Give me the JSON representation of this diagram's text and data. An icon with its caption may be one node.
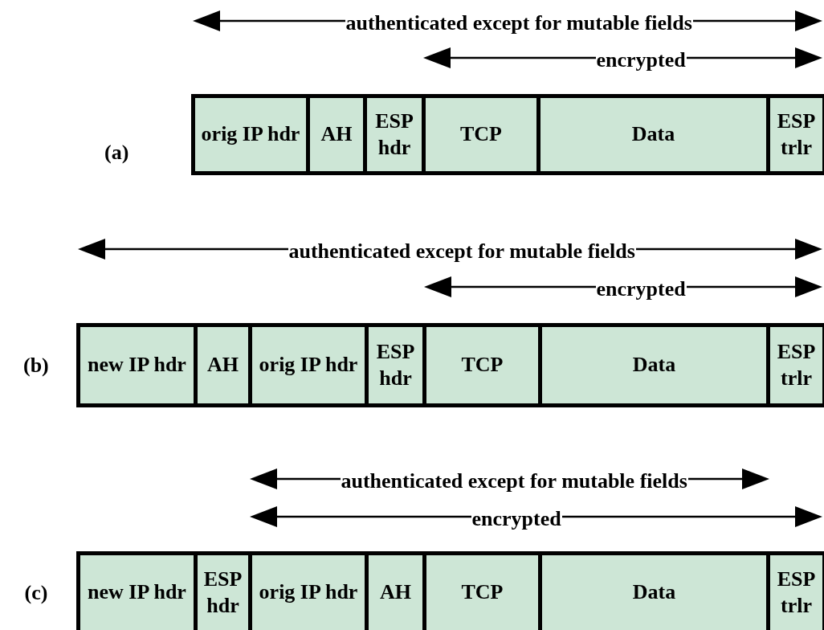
{
  "diagram": {
    "nodes": [
      {
        "text": [
          "orig IP hdr"
        ]
      },
      {
        "text": [
          "AH"
        ]
      },
      {
        "text": [
          "ESP hdr"
        ]
      },
      {
        "text": [
          "TCP"
        ]
      },
      {
        "text": [
          "Data"
        ]
      },
      {
        "text": [
          "ESP trlr"
        ]
      },
      {
        "text": [
          "new IP hdr"
        ]
      },
      {
        "text": [
          "AH"
        ]
      },
      {
        "text": [
          "orig IP hdr"
        ]
      },
      {
        "text": [
          "ESP hdr"
        ]
      },
      {
        "text": [
          "TCP"
        ]
      },
      {
        "text": [
          "Data"
        ]
      },
      {
        "text": [
          "ESP trlr"
        ]
      },
      {
        "text": [
          "new IP hdr"
        ]
      },
      {
        "text": [
          "ESP hdr"
        ]
      },
      {
        "text": [
          "orig IP hdr"
        ]
      },
      {
        "text": [
          "AH"
        ]
      },
      {
        "text": [
          "TCP"
        ]
      },
      {
        "text": [
          "Data"
        ]
      },
      {
        "text": [
          "ESP trlr"
        ]
      }
    ],
    "edges": [],
    "labels": [
      "authenticated except for mutable fields",
      "encrypted",
      "(a)",
      "authenticated except for mutable fields",
      "encrypted",
      "(b)",
      "authenticated except for mutable fields",
      "encrypted",
      "(c)"
    ]
  }
}
